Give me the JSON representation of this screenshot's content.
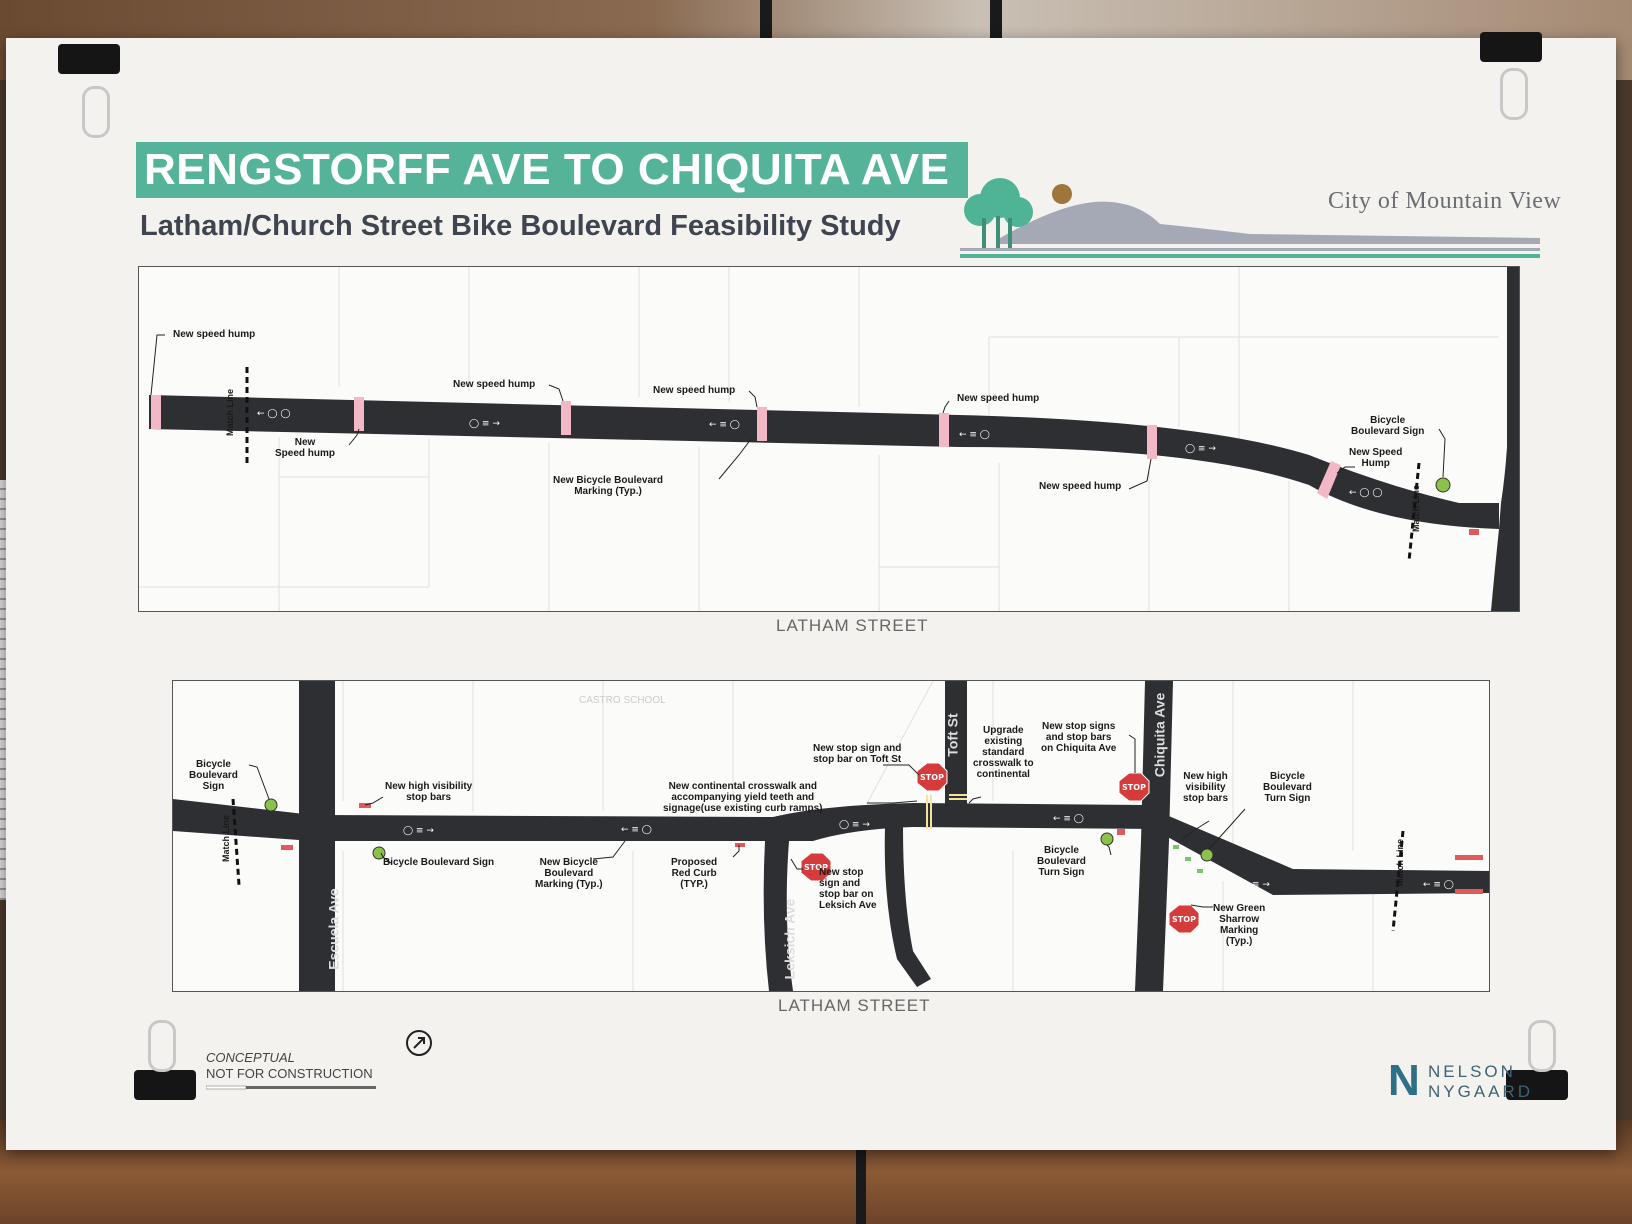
{
  "poster": {
    "title": "RENGSTORFF AVE TO CHIQUITA AVE",
    "subtitle": "Latham/Church Street Bike Boulevard Feasibility Study",
    "city_logo_text": "City of Mountain View",
    "footer_note_line1": "CONCEPTUAL",
    "footer_note_line2": "NOT FOR CONSTRUCTION",
    "firm_logo_mark": "N",
    "firm_logo_line1": "NELSON",
    "firm_logo_line2": "NYGAARD",
    "colors": {
      "banner": "#55b39a",
      "road": "#2d2f33",
      "hump": "#f2b8c6",
      "stop": "#d63b3b"
    }
  },
  "top_map": {
    "street_label": "LATHAM STREET",
    "annotations": {
      "hump1": "New speed hump",
      "hump2": "New\nSpeed hump",
      "hump3": "New speed hump",
      "hump4": "New speed hump",
      "hump5": "New speed hump",
      "hump6": "New speed hump",
      "hump7": "New Speed\nHump",
      "marking": "New Bicycle Boulevard\nMarking (Typ.)",
      "sign": "Bicycle\nBoulevard Sign",
      "match_left": "Match Line",
      "match_right": "Match Line"
    }
  },
  "bottom_map": {
    "street_label": "LATHAM STREET",
    "school_label": "CASTRO SCHOOL",
    "streets": {
      "escuela": "Escuela Ave",
      "leksich": "Leksich Ave",
      "toft": "Toft St",
      "chiquita": "Chiquita Ave"
    },
    "annotations": {
      "sign_left": "Bicycle\nBoulevard\nSign",
      "stop_bars_left": "New high visibility\nstop bars",
      "sign_bike_blvd": "Bicycle Boulevard Sign",
      "marking": "New Bicycle\nBoulevard\nMarking (Typ.)",
      "red_curb": "Proposed\nRed Curb\n(TYP.)",
      "stop_leksich": "New stop\nsign and\nstop bar on\nLeksich Ave",
      "crosswalk": "New continental crosswalk and\naccompanying yield teeth and\nsignage(use existing curb ramps)",
      "stop_toft": "New stop sign and\nstop bar on Toft St",
      "upgrade_crosswalk": "Upgrade\nexisting\nstandard\ncrosswalk to\ncontinental",
      "stop_chiquita": "New stop signs\nand stop bars\non Chiquita Ave",
      "turn_sign_left": "Bicycle\nBoulevard\nTurn Sign",
      "stop_bars_right": "New high\nvisibility\nstop bars",
      "turn_sign_right": "Bicycle\nBoulevard\nTurn Sign",
      "sharrow": "New Green\nSharrow\nMarking\n(Typ.)",
      "match": "Match Line",
      "stop_text": "STOP"
    }
  }
}
